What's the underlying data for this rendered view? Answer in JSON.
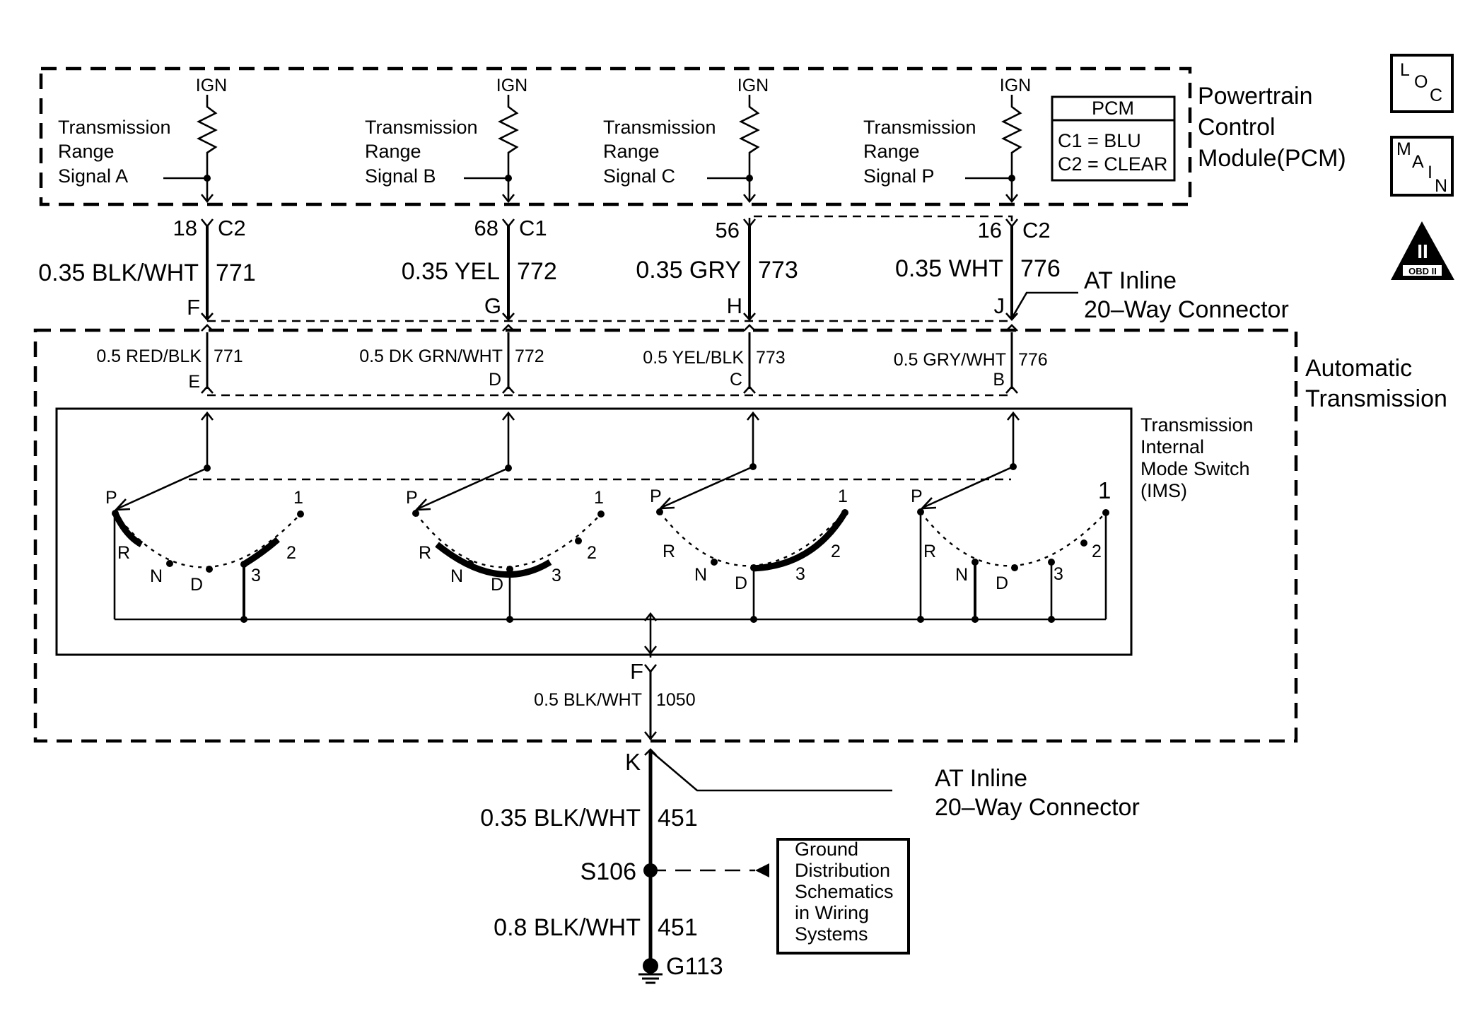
{
  "pcm": {
    "title_lines": [
      "Powertrain",
      "Control",
      "Module(PCM)"
    ],
    "legend_title": "PCM",
    "legend_lines": [
      "C1 = BLU",
      "C2 = CLEAR"
    ],
    "ign_label": "IGN",
    "signals": [
      {
        "lines": [
          "Transmission",
          "Range",
          "Signal A"
        ],
        "pin": "18",
        "conn": "C2"
      },
      {
        "lines": [
          "Transmission",
          "Range",
          "Signal B"
        ],
        "pin": "68",
        "conn": "C1"
      },
      {
        "lines": [
          "Transmission",
          "Range",
          "Signal C"
        ],
        "pin": "56",
        "conn": ""
      },
      {
        "lines": [
          "Transmission",
          "Range",
          "Signal P"
        ],
        "pin": "16",
        "conn": "C2"
      }
    ]
  },
  "wires_upper": [
    {
      "wire": "0.35 BLK/WHT",
      "circuit": "771",
      "inline_pin": "F"
    },
    {
      "wire": "0.35 YEL",
      "circuit": "772",
      "inline_pin": "G"
    },
    {
      "wire": "0.35 GRY",
      "circuit": "773",
      "inline_pin": "H"
    },
    {
      "wire": "0.35 WHT",
      "circuit": "776",
      "inline_pin": "J"
    }
  ],
  "inline_connector_top": {
    "lines": [
      "AT Inline",
      "20–Way Connector"
    ]
  },
  "automatic_transmission": {
    "title_lines": [
      "Automatic",
      "Transmission"
    ]
  },
  "wires_lower": [
    {
      "wire": "0.5 RED/BLK",
      "circuit": "771",
      "pin": "E"
    },
    {
      "wire": "0.5 DK GRN/WHT",
      "circuit": "772",
      "pin": "D"
    },
    {
      "wire": "0.5 YEL/BLK",
      "circuit": "773",
      "pin": "C"
    },
    {
      "wire": "0.5 GRY/WHT",
      "circuit": "776",
      "pin": "B"
    }
  ],
  "ims": {
    "title_lines": [
      "Transmission",
      "Internal",
      "Mode Switch",
      "(IMS)"
    ],
    "positions": [
      "P",
      "R",
      "N",
      "D",
      "3",
      "2",
      "1"
    ]
  },
  "ground_wire": {
    "pin": "F",
    "wire": "0.5 BLK/WHT",
    "circuit": "1050"
  },
  "inline_connector_bottom": {
    "pin": "K",
    "lines": [
      "AT Inline",
      "20–Way Connector"
    ]
  },
  "lower_wire_1": {
    "wire": "0.35 BLK/WHT",
    "circuit": "451"
  },
  "splice": {
    "label": "S106"
  },
  "lower_wire_2": {
    "wire": "0.8 BLK/WHT",
    "circuit": "451"
  },
  "ground": {
    "label": "G113"
  },
  "ground_distribution": {
    "lines": [
      "Ground",
      "Distribution",
      "Schematics",
      "in Wiring",
      "Systems"
    ]
  },
  "icons": {
    "loc": {
      "letters": [
        "L",
        "O",
        "C"
      ]
    },
    "main": {
      "letters": [
        "M",
        "A",
        "I",
        "N"
      ]
    },
    "obd": {
      "numeral": "II",
      "text": "OBD II"
    }
  }
}
